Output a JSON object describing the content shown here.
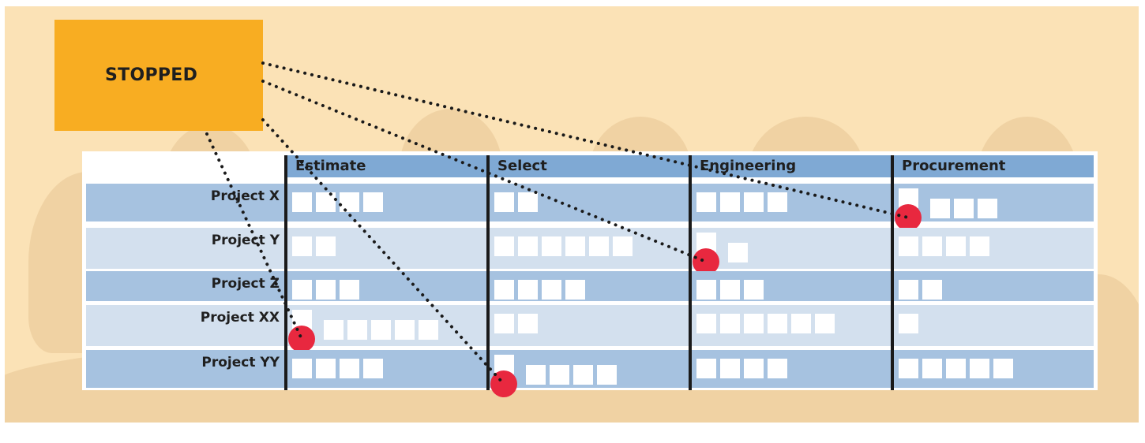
{
  "status": {
    "label": "STOPPED",
    "color": "#f8ad22"
  },
  "columns": [
    "Estimate",
    "Select",
    "Engineering",
    "Procurement"
  ],
  "rows": [
    {
      "label": "Project X",
      "counts": [
        4,
        2,
        4,
        4
      ],
      "stopped_stage": "Procurement"
    },
    {
      "label": "Project Y",
      "counts": [
        2,
        6,
        2,
        4
      ],
      "stopped_stage": "Engineering"
    },
    {
      "label": "Project Z",
      "counts": [
        3,
        4,
        3,
        2
      ],
      "stopped_stage": null
    },
    {
      "label": "Project XX",
      "counts": [
        6,
        2,
        6,
        1
      ],
      "stopped_stage": "Estimate"
    },
    {
      "label": "Project YY",
      "counts": [
        4,
        5,
        4,
        5
      ],
      "stopped_stage": "Select"
    }
  ],
  "colors": {
    "background": "#fbe2b6",
    "header": "#7fa9d4",
    "row_dark": "#a6c2e0",
    "row_light": "#d3e0ee",
    "marker": "#e8283f"
  }
}
